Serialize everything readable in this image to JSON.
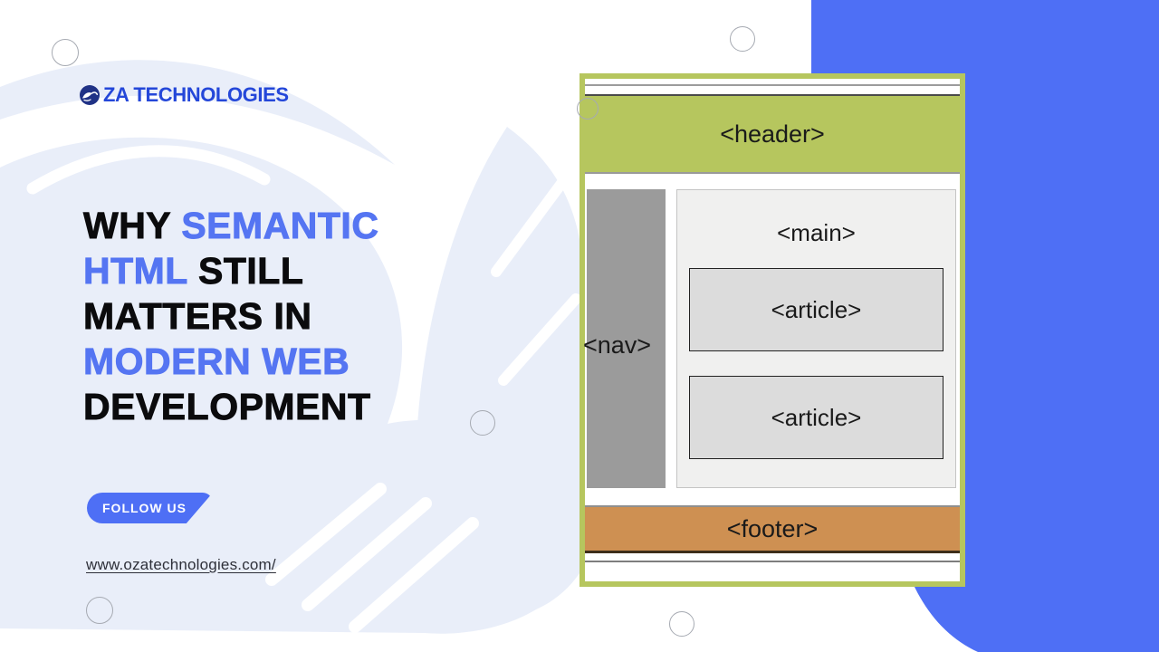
{
  "colors": {
    "accent": "#5575F2",
    "brand": "#2447D9",
    "bgblue": "#4E6FF5",
    "green": "#B6C65E",
    "navgray": "#9B9B9B",
    "maingray": "#F0F0EF",
    "articlegray": "#DCDCDC",
    "footerorange": "#CE9052",
    "lightshape": "#E9EEF9",
    "dark": "#0B0B0D",
    "circle": "#A6AAB2"
  },
  "logo": {
    "icon": "globe-elephant-icon",
    "text": "ZA TECHNOLOGIES",
    "full_name": "OZA TECHNOLOGIES"
  },
  "headline": {
    "lines": [
      [
        {
          "t": "WHY ",
          "c": "dark"
        },
        {
          "t": "SEMANTIC",
          "c": "accent"
        }
      ],
      [
        {
          "t": "HTML",
          "c": "accent"
        },
        {
          "t": " STILL",
          "c": "dark"
        }
      ],
      [
        {
          "t": "MATTERS IN",
          "c": "dark"
        }
      ],
      [
        {
          "t": "MODERN WEB",
          "c": "accent"
        }
      ],
      [
        {
          "t": "DEVELOPMENT",
          "c": "dark"
        }
      ]
    ]
  },
  "follow": {
    "label": "FOLLOW US"
  },
  "website": {
    "url_text": "www.ozatechnologies.com/"
  },
  "diagram": {
    "header_label": "<header>",
    "nav_label": "<nav>",
    "main_label": "<main>",
    "article_labels": [
      "<article>",
      "<article>"
    ],
    "footer_label": "<footer>"
  }
}
